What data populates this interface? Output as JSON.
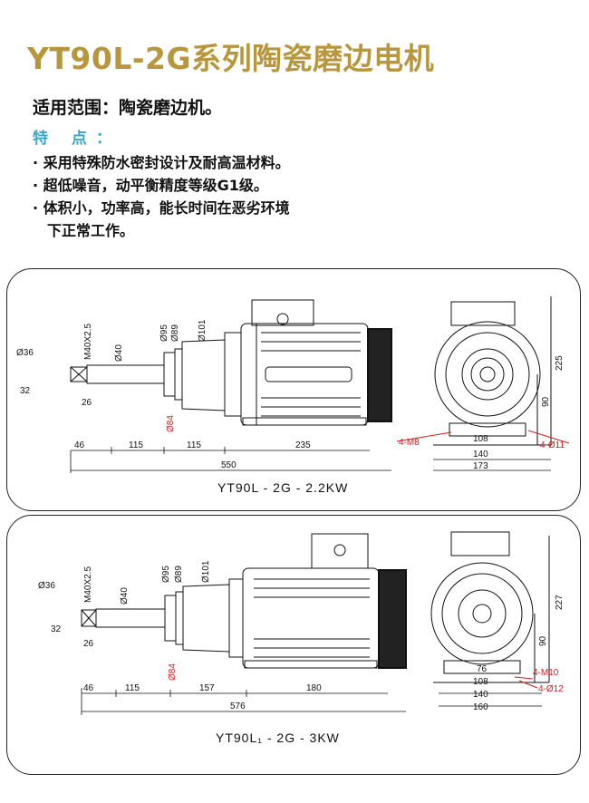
{
  "title": "YT90L-2G系列陶瓷磨边电机",
  "scope": "适用范围：陶瓷磨边机。",
  "features_heading": "特 点：",
  "features": [
    "· 采用特殊防水密封设计及耐高温材料。",
    "· 超低噪音，动平衡精度等级G1级。",
    "· 体积小，功率高，能长时间在恶劣环境",
    "下正常工作。"
  ],
  "drawing1": {
    "caption": "YT90L - 2G - 2.2KW",
    "dims": {
      "d36": "Ø36",
      "d32": "32",
      "d26": "26",
      "thread": "M40X2.5",
      "d40": "Ø40",
      "d95": "Ø95",
      "d89": "Ø89",
      "d101": "Ø101",
      "d84": "Ø84",
      "l46": "46",
      "l115a": "115",
      "l115b": "115",
      "l235": "235",
      "l550": "550",
      "h225": "225",
      "h90": "90",
      "w108": "108",
      "w140": "140",
      "w173": "173",
      "m8": "4-M8",
      "hole11": "4-Ø11"
    }
  },
  "drawing2": {
    "caption": "YT90L₁ - 2G - 3KW",
    "dims": {
      "d36": "Ø36",
      "d32": "32",
      "d26": "26",
      "thread": "M40X2.5",
      "d40": "Ø40",
      "d95": "Ø95",
      "d89": "Ø89",
      "d101": "Ø101",
      "d84": "Ø84",
      "l46": "46",
      "l115": "115",
      "l157": "157",
      "l180": "180",
      "l576": "576",
      "h227": "227",
      "h90": "90",
      "w76": "76",
      "w108": "108",
      "w140": "140",
      "w160": "160",
      "m10": "4-M10",
      "hole12": "4-Ø12"
    }
  }
}
